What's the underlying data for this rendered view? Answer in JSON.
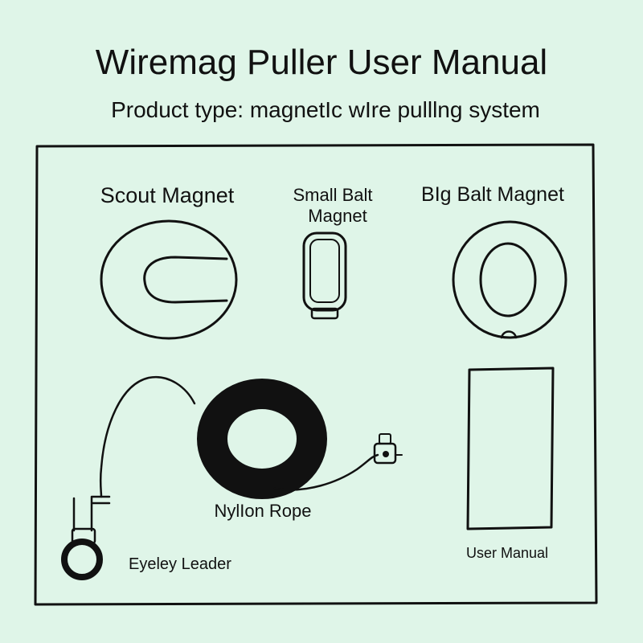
{
  "title": "Wiremag Puller User Manual",
  "subtitle": "Product type: magnetIc wIre pulllng system",
  "components": {
    "scout_magnet": "Scout Magnet",
    "small_bait_magnet_line1": "Small Balt",
    "small_bait_magnet_line2": "Magnet",
    "big_bait_magnet": "BIg Balt Magnet",
    "nylon_rope": "NylIon Rope",
    "eyelet_leader": "Eyeley Leader",
    "user_manual": "User Manual"
  },
  "colors": {
    "background": "#dff5e8",
    "ink": "#111111"
  }
}
